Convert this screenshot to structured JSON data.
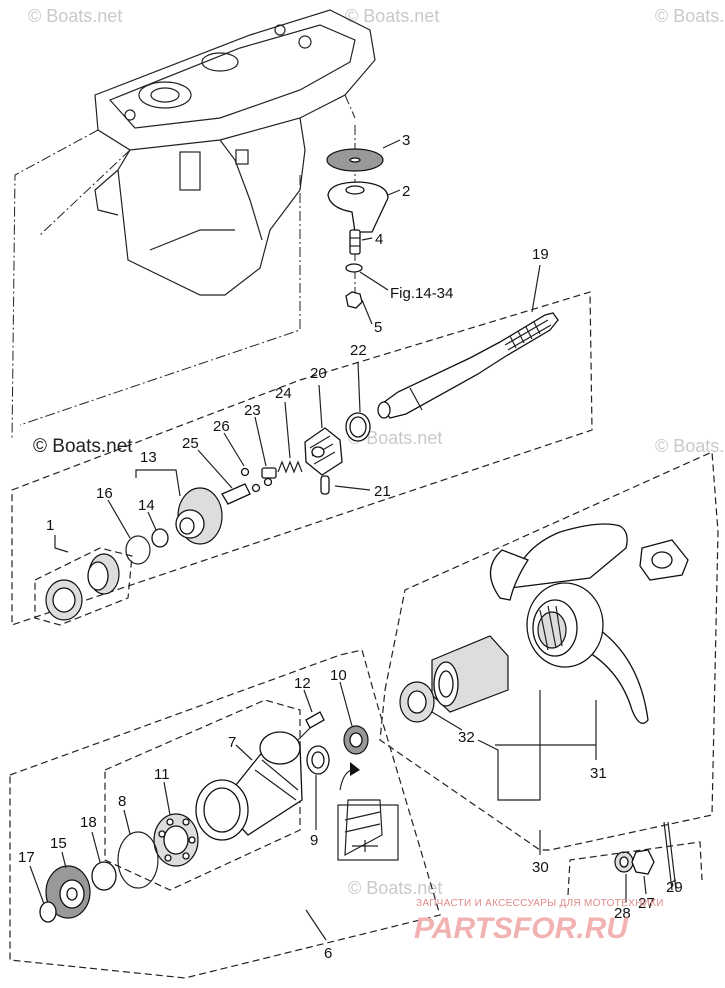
{
  "watermarks": {
    "wm1": "© Boats.net",
    "wm2": "© Boats.net",
    "wm3": "© Boats.net",
    "wm4": "© Boats.net",
    "wm5": "© Boats.net",
    "wm6": "© Boats.net",
    "wm7": "© Boats.net"
  },
  "figure_ref": "Fig.14-34",
  "part_numbers": {
    "p1": "1",
    "p2": "2",
    "p3": "3",
    "p4": "4",
    "p5": "5",
    "p6": "6",
    "p7": "7",
    "p8": "8",
    "p9": "9",
    "p10": "10",
    "p11": "11",
    "p12": "12",
    "p13": "13",
    "p14": "14",
    "p15": "15",
    "p16": "16",
    "p17": "17",
    "p18": "18",
    "p19": "19",
    "p20": "20",
    "p21": "21",
    "p22": "22",
    "p23": "23",
    "p24": "24",
    "p25": "25",
    "p26": "26",
    "p27": "27",
    "p28": "28",
    "p29": "29",
    "p30": "30",
    "p31": "31",
    "p32": "32"
  },
  "banner": {
    "tagline": "ЗАПЧАСТИ И АКСЕССУАРЫ ДЛЯ МОТОТЕХНИКИ",
    "brand": "PARTSFOR.RU"
  }
}
